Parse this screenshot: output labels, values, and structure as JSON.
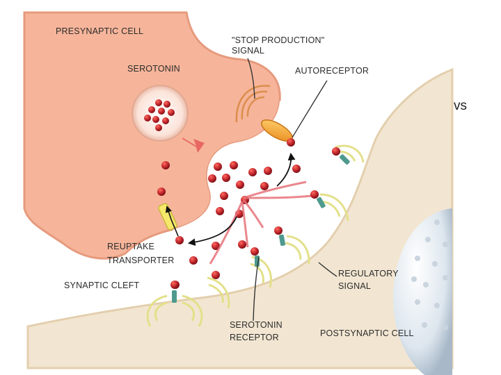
{
  "labels": {
    "presynaptic_cell": "PRESYNAPTIC CELL",
    "stop_production_line1": "\"STOP PRODUCTION\"",
    "stop_production_line2": "SIGNAL",
    "serotonin": "SEROTONIN",
    "autoreceptor": "AUTORECEPTOR",
    "reuptake_line1": "REUPTAKE",
    "reuptake_line2": "TRANSPORTER",
    "synaptic_cleft": "SYNAPTIC CLEFT",
    "regulatory_line1": "REGULATORY",
    "regulatory_line2": "SIGNAL",
    "serotonin_receptor_line1": "SEROTONIN",
    "serotonin_receptor_line2": "RECEPTOR",
    "postsynaptic_cell": "POSTSYNAPTIC CELL"
  },
  "side_text": "vs",
  "colors": {
    "presynaptic": "#f6b59a",
    "postsynaptic": "#f2e6d2",
    "cleft": "#ffffff",
    "serotonin": "#c1272d",
    "receptor": "#4f9a8f",
    "signal_ripple": "#e3e08a"
  }
}
